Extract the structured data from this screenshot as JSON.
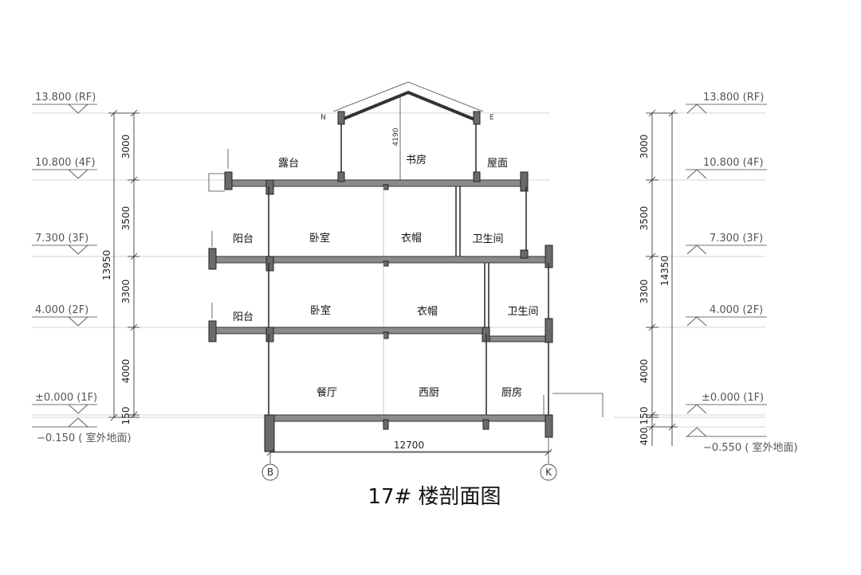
{
  "levels_left": [
    {
      "label": "13.800 (RF)"
    },
    {
      "label": "10.800 (4F)"
    },
    {
      "label": "7.300 (3F)"
    },
    {
      "label": "4.000 (2F)"
    },
    {
      "label": "±0.000 (1F)"
    },
    {
      "label": "−0.150 ( 室外地面)"
    }
  ],
  "levels_right": [
    {
      "label": "13.800 (RF)"
    },
    {
      "label": "10.800 (4F)"
    },
    {
      "label": "7.300 (3F)"
    },
    {
      "label": "4.000 (2F)"
    },
    {
      "label": "±0.000 (1F)"
    },
    {
      "label": "−0.550 ( 室外地面)"
    }
  ],
  "dims_left": {
    "segments": [
      "3000",
      "3500",
      "3300",
      "4000",
      "150"
    ],
    "total": "13950"
  },
  "dims_right": {
    "segments": [
      "3000",
      "3500",
      "3300",
      "4000",
      "150",
      "400"
    ],
    "total": "14350"
  },
  "rooms": {
    "rf_terrace": "露台",
    "rf_study": "书房",
    "rf_roof": "屋面",
    "f3_balcony": "阳台",
    "f3_bedroom": "卧室",
    "f3_closet": "衣帽",
    "f3_bath": "卫生间",
    "f2_balcony": "阳台",
    "f2_bedroom": "卧室",
    "f2_closet": "衣帽",
    "f2_bath": "卫生间",
    "f1_dining": "餐厅",
    "f1_western_kitchen": "西厨",
    "f1_kitchen": "厨房"
  },
  "study_height_dim": "4190",
  "width_dim": "12700",
  "axes": {
    "left": "B",
    "right": "K"
  },
  "title": "17# 楼剖面图"
}
